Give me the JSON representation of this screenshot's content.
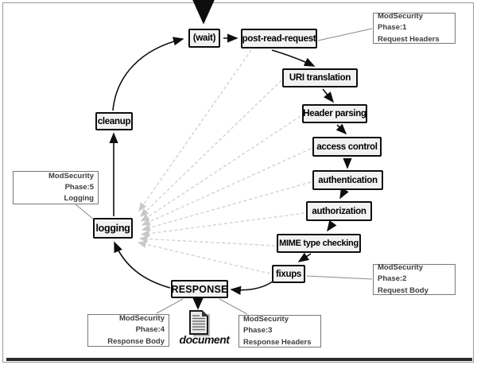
{
  "diagram": {
    "description": "Apache request cycle flowchart annotated with ModSecurity processing phases",
    "nodes": [
      {
        "id": "wait",
        "label": "(wait)"
      },
      {
        "id": "post-read-request",
        "label": "post-read-request"
      },
      {
        "id": "uri-translation",
        "label": "URI translation"
      },
      {
        "id": "header-parsing",
        "label": "Header parsing"
      },
      {
        "id": "access-control",
        "label": "access control"
      },
      {
        "id": "authentication",
        "label": "authentication"
      },
      {
        "id": "authorization",
        "label": "authorization"
      },
      {
        "id": "mime-type-checking",
        "label": "MIME type checking"
      },
      {
        "id": "fixups",
        "label": "fixups"
      },
      {
        "id": "response",
        "label": "RESPONSE"
      },
      {
        "id": "logging",
        "label": "logging"
      },
      {
        "id": "cleanup",
        "label": "cleanup"
      }
    ],
    "notes": [
      {
        "id": "phase1",
        "lines": [
          "ModSecurity Phase:1",
          "Request Headers"
        ],
        "attached_to": "post-read-request"
      },
      {
        "id": "phase2",
        "lines": [
          "ModSecurity Phase:2",
          "Request Body"
        ],
        "attached_to": "fixups"
      },
      {
        "id": "phase3",
        "lines": [
          "ModSecurity Phase:3",
          "Response Headers"
        ],
        "attached_to": "response"
      },
      {
        "id": "phase4",
        "lines": [
          "ModSecurity Phase:4",
          "Response Body"
        ],
        "attached_to": "response"
      },
      {
        "id": "phase5",
        "lines": [
          "ModSecurity Phase:5",
          "Logging"
        ],
        "attached_to": "logging"
      }
    ],
    "solid_flow": [
      "entry -> wait",
      "wait -> post-read-request",
      "post-read-request -> uri-translation",
      "uri-translation -> header-parsing",
      "header-parsing -> access-control",
      "access-control -> authentication",
      "authentication -> authorization",
      "authorization -> mime-type-checking",
      "mime-type-checking -> fixups",
      "fixups -> response",
      "response -> logging",
      "logging -> cleanup",
      "cleanup -> wait",
      "response -> document"
    ],
    "dashed_flow_targets_of_logging": [
      "post-read-request",
      "uri-translation",
      "header-parsing",
      "access-control",
      "authentication",
      "authorization",
      "mime-type-checking",
      "fixups"
    ],
    "document_label": "document",
    "colors": {
      "node_fill": "#f2f2f2",
      "node_border": "#0e0e0e",
      "note_border": "#787878",
      "note_text": "#3d3d3d",
      "dashed_line": "#cfcfcf",
      "connector_line": "#8a8a8a",
      "frame": "#9a9a9a"
    }
  }
}
